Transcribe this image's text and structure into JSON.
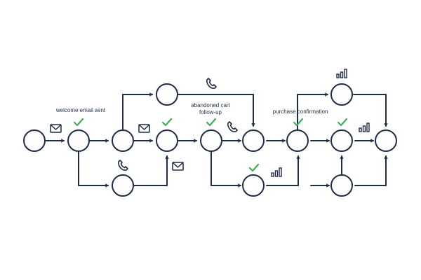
{
  "colors": {
    "stroke": "#1f2c47",
    "check": "#3fae5a",
    "background": "#ffffff"
  },
  "labels": {
    "welcome": "welcome email sent",
    "abandoned_line1": "abandoned cart",
    "abandoned_line2": "follow-up",
    "purchase": "purchase confirmation"
  },
  "icons": {
    "email": "envelope-icon",
    "call": "phone-icon",
    "analytics": "bar-chart-icon",
    "done": "checkmark-icon"
  }
}
